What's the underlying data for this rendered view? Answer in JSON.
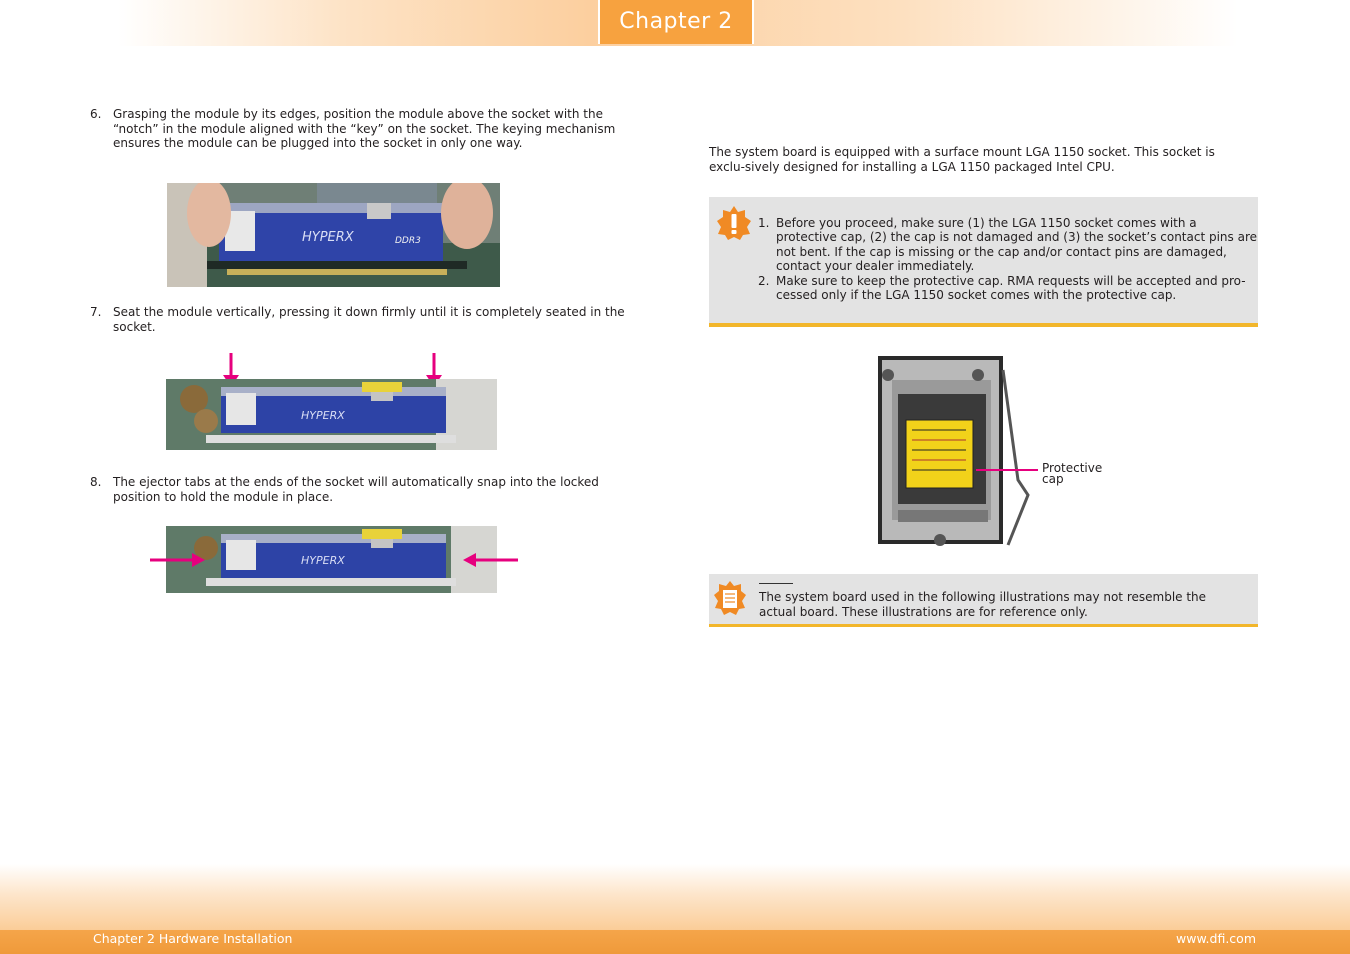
{
  "header": {
    "chapter_tab": "Chapter 2"
  },
  "left_column": {
    "steps": [
      {
        "number": "6.",
        "text": "Grasping the module by its edges, position the module above the socket with the “notch” in the module aligned with the “key” on the socket. The keying mechanism ensures the module can be plugged into the socket in only one way."
      },
      {
        "number": "7.",
        "text": "Seat the module vertically, pressing it down firmly until it is completely seated in the socket."
      },
      {
        "number": "8.",
        "text": "The ejector tabs at the ends of the socket will automatically snap into the locked position to hold the module in place."
      }
    ]
  },
  "right_column": {
    "intro": "The system board is equipped with a surface mount LGA 1150 socket. This socket is exclu-sively designed for installing a LGA 1150 packaged Intel CPU.",
    "caution": {
      "items": [
        {
          "number": "1.",
          "text": "Before you proceed, make sure (1) the LGA 1150 socket comes with a protective cap, (2) the cap is not damaged and (3) the socket’s contact pins are not bent. If the cap is missing or the cap and/or contact pins are damaged, contact your dealer immediately."
        },
        {
          "number": "2.",
          "text": "Make sure to keep the protective cap. RMA requests will be accepted and pro-cessed only if the LGA 1150 socket comes with the protective cap."
        }
      ]
    },
    "figure": {
      "cap_label": "Protective cap"
    },
    "note": {
      "text": "The system board used in the following illustrations may not resemble the actual board. These illustrations are for reference only."
    }
  },
  "footer": {
    "left": "Chapter 2 Hardware Installation",
    "right": "www.dfi.com"
  },
  "colors": {
    "accent_orange": "#f7a23f",
    "arrow_magenta": "#e6007e",
    "note_bar": "#f2b62b",
    "callout_bg": "#e3e3e3"
  },
  "icons": [
    "exclamation-icon",
    "note-icon"
  ]
}
